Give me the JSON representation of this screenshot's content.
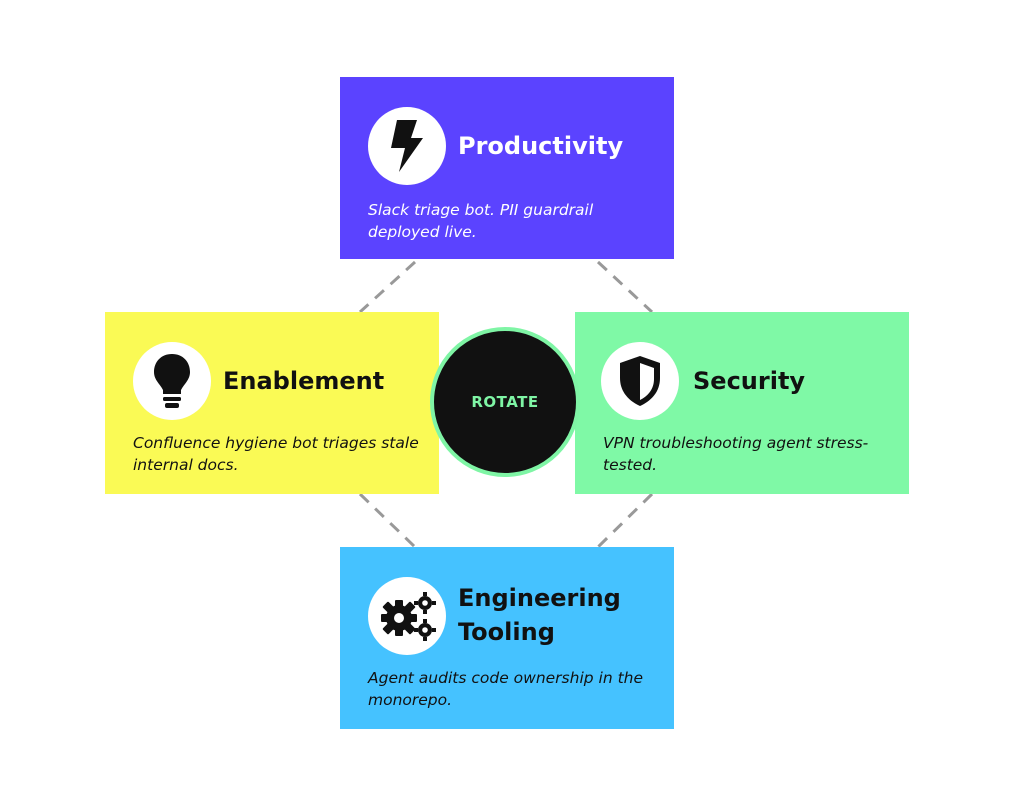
{
  "colors": {
    "productivity": "#5b43ff",
    "enablement": "#fafa55",
    "security": "#7ff9a6",
    "engineering": "#45c2ff",
    "hub_fill": "#111111",
    "hub_ring": "#7ff5a5",
    "hub_text": "#7ff5a5",
    "connector": "#999999"
  },
  "hub": {
    "label": "ROTATE"
  },
  "cards": {
    "productivity": {
      "icon": "lightning-bolt-icon",
      "title": "Productivity",
      "desc": "Slack triage bot. PII guardrail deployed live."
    },
    "enablement": {
      "icon": "lightbulb-icon",
      "title": "Enablement",
      "desc": "Confluence hygiene bot triages stale internal docs."
    },
    "security": {
      "icon": "shield-icon",
      "title": "Security",
      "desc": "VPN troubleshooting agent stress-tested."
    },
    "engineering": {
      "icon": "gears-icon",
      "title": "Engineering Tooling",
      "desc": "Agent audits code ownership in the monorepo."
    }
  }
}
